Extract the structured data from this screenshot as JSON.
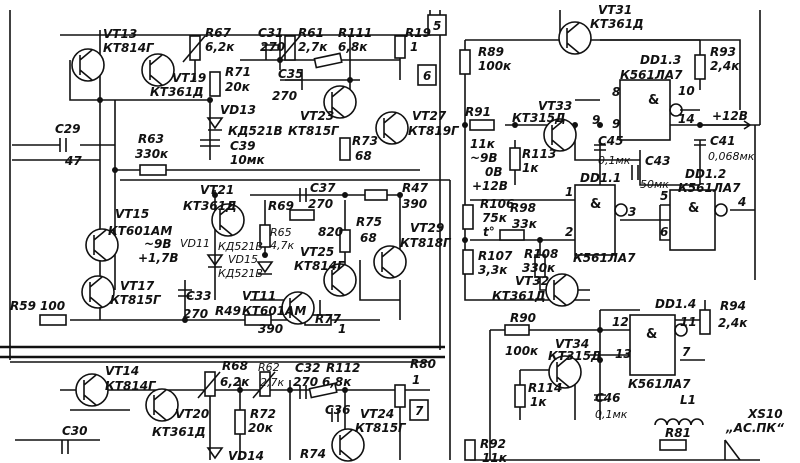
{
  "schematic": {
    "transistors": [
      {
        "ref": "VT13",
        "type": "КТ814Г"
      },
      {
        "ref": "VT19",
        "type": "КТ361Д"
      },
      {
        "ref": "VT23",
        "type": "КТ815Г"
      },
      {
        "ref": "VT27",
        "type": "КТ819Г"
      },
      {
        "ref": "VT31",
        "type": "КТ361Д"
      },
      {
        "ref": "VT33",
        "type": "КТ315Д"
      },
      {
        "ref": "VT21",
        "type": "КТ361Д"
      },
      {
        "ref": "VT15",
        "type": "КТ601АМ"
      },
      {
        "ref": "VT17",
        "type": "КТ815Г"
      },
      {
        "ref": "VT25",
        "type": "КТ814Г"
      },
      {
        "ref": "VT29",
        "type": "КТ818Г"
      },
      {
        "ref": "VT11",
        "type": "КТ601АМ"
      },
      {
        "ref": "VT32",
        "type": "КТ361Д"
      },
      {
        "ref": "VT34",
        "type": "КТ315Д"
      },
      {
        "ref": "VT14",
        "type": "КТ814Г"
      },
      {
        "ref": "VT20",
        "type": "КТ361Д"
      },
      {
        "ref": "VT24",
        "type": "КТ815Г"
      }
    ],
    "resistors": [
      {
        "ref": "R67",
        "value": "6,2к"
      },
      {
        "ref": "R61",
        "value": "2,7к"
      },
      {
        "ref": "R111",
        "value": "6,8к"
      },
      {
        "ref": "R19",
        "value": "1"
      },
      {
        "ref": "R71",
        "value": "20к"
      },
      {
        "ref": "R89",
        "value": "100к"
      },
      {
        "ref": "R93",
        "value": "2,4к"
      },
      {
        "ref": "R91",
        "value": "11к"
      },
      {
        "ref": "R113",
        "value": "1к"
      },
      {
        "ref": "R73",
        "value": "68"
      },
      {
        "ref": "R63",
        "value": "330к"
      },
      {
        "ref": "R47",
        "value": "390"
      },
      {
        "ref": "R69",
        "value": "820"
      },
      {
        "ref": "R65",
        "value": "4,7к"
      },
      {
        "ref": "R75",
        "value": "68"
      },
      {
        "ref": "R106",
        "value": "75к"
      },
      {
        "ref": "R98",
        "value": "33к"
      },
      {
        "ref": "R107",
        "value": "3,3к"
      },
      {
        "ref": "R108",
        "value": "330к"
      },
      {
        "ref": "R59",
        "value": "100"
      },
      {
        "ref": "R49",
        "value": "390"
      },
      {
        "ref": "R77",
        "value": "1"
      },
      {
        "ref": "R94",
        "value": "2,4к"
      },
      {
        "ref": "R90",
        "value": "100к"
      },
      {
        "ref": "R114",
        "value": "1к"
      },
      {
        "ref": "R68",
        "value": "6,2к"
      },
      {
        "ref": "R62",
        "value": "2,7к"
      },
      {
        "ref": "R112",
        "value": "6,8к"
      },
      {
        "ref": "R80",
        "value": "1"
      },
      {
        "ref": "R72",
        "value": "20к"
      },
      {
        "ref": "R74",
        "value": ""
      },
      {
        "ref": "R81",
        "value": ""
      },
      {
        "ref": "R92",
        "value": "11к"
      }
    ],
    "capacitors": [
      {
        "ref": "C31",
        "value": "270"
      },
      {
        "ref": "C35",
        "value": "270"
      },
      {
        "ref": "C29",
        "value": "47"
      },
      {
        "ref": "C39",
        "value": "10мк"
      },
      {
        "ref": "C45",
        "value": "0,1мк"
      },
      {
        "ref": "C43",
        "value": "50мк"
      },
      {
        "ref": "C41",
        "value": "0,068мк"
      },
      {
        "ref": "C37",
        "value": "270"
      },
      {
        "ref": "C33",
        "value": "270"
      },
      {
        "ref": "C46",
        "value": "0,1мк"
      },
      {
        "ref": "C32",
        "value": "270"
      },
      {
        "ref": "C36",
        "value": ""
      },
      {
        "ref": "C30",
        "value": ""
      }
    ],
    "diodes": [
      {
        "ref": "VD13",
        "type": "КД521В"
      },
      {
        "ref": "VD11",
        "type": "КД521В"
      },
      {
        "ref": "VD15",
        "type": "КД521В"
      },
      {
        "ref": "VD14",
        "type": ""
      }
    ],
    "gates": [
      {
        "ref": "DD1.3",
        "type": "К561ЛА7",
        "symbol": "&",
        "pins": [
          "8",
          "9",
          "10"
        ]
      },
      {
        "ref": "DD1.2",
        "type": "К561ЛА7",
        "symbol": "&",
        "pins": [
          "5",
          "6",
          "4"
        ]
      },
      {
        "ref": "DD1.1",
        "type": "К561ЛА7",
        "symbol": "&",
        "pins": [
          "1",
          "2",
          "3"
        ]
      },
      {
        "ref": "DD1.4",
        "type": "К561ЛА7",
        "symbol": "&",
        "pins": [
          "12",
          "13",
          "11",
          "7"
        ]
      }
    ],
    "connectors": [
      {
        "ref": "XS10",
        "label": "„АС.ПК“"
      }
    ],
    "inductors": [
      {
        "ref": "L1"
      }
    ],
    "terminals": [
      "5",
      "6",
      "7"
    ],
    "annotations": {
      "vt15_voltage_1": "~9В",
      "vt15_voltage_2": "+1,7В",
      "r91_voltage_1": "~9В",
      "r91_voltage_2": "0В",
      "r106_supply": "+12В",
      "thermistor": "t°",
      "supply_rail": "+12В",
      "pin_14": "14",
      "dd13_pin9": "9"
    }
  }
}
